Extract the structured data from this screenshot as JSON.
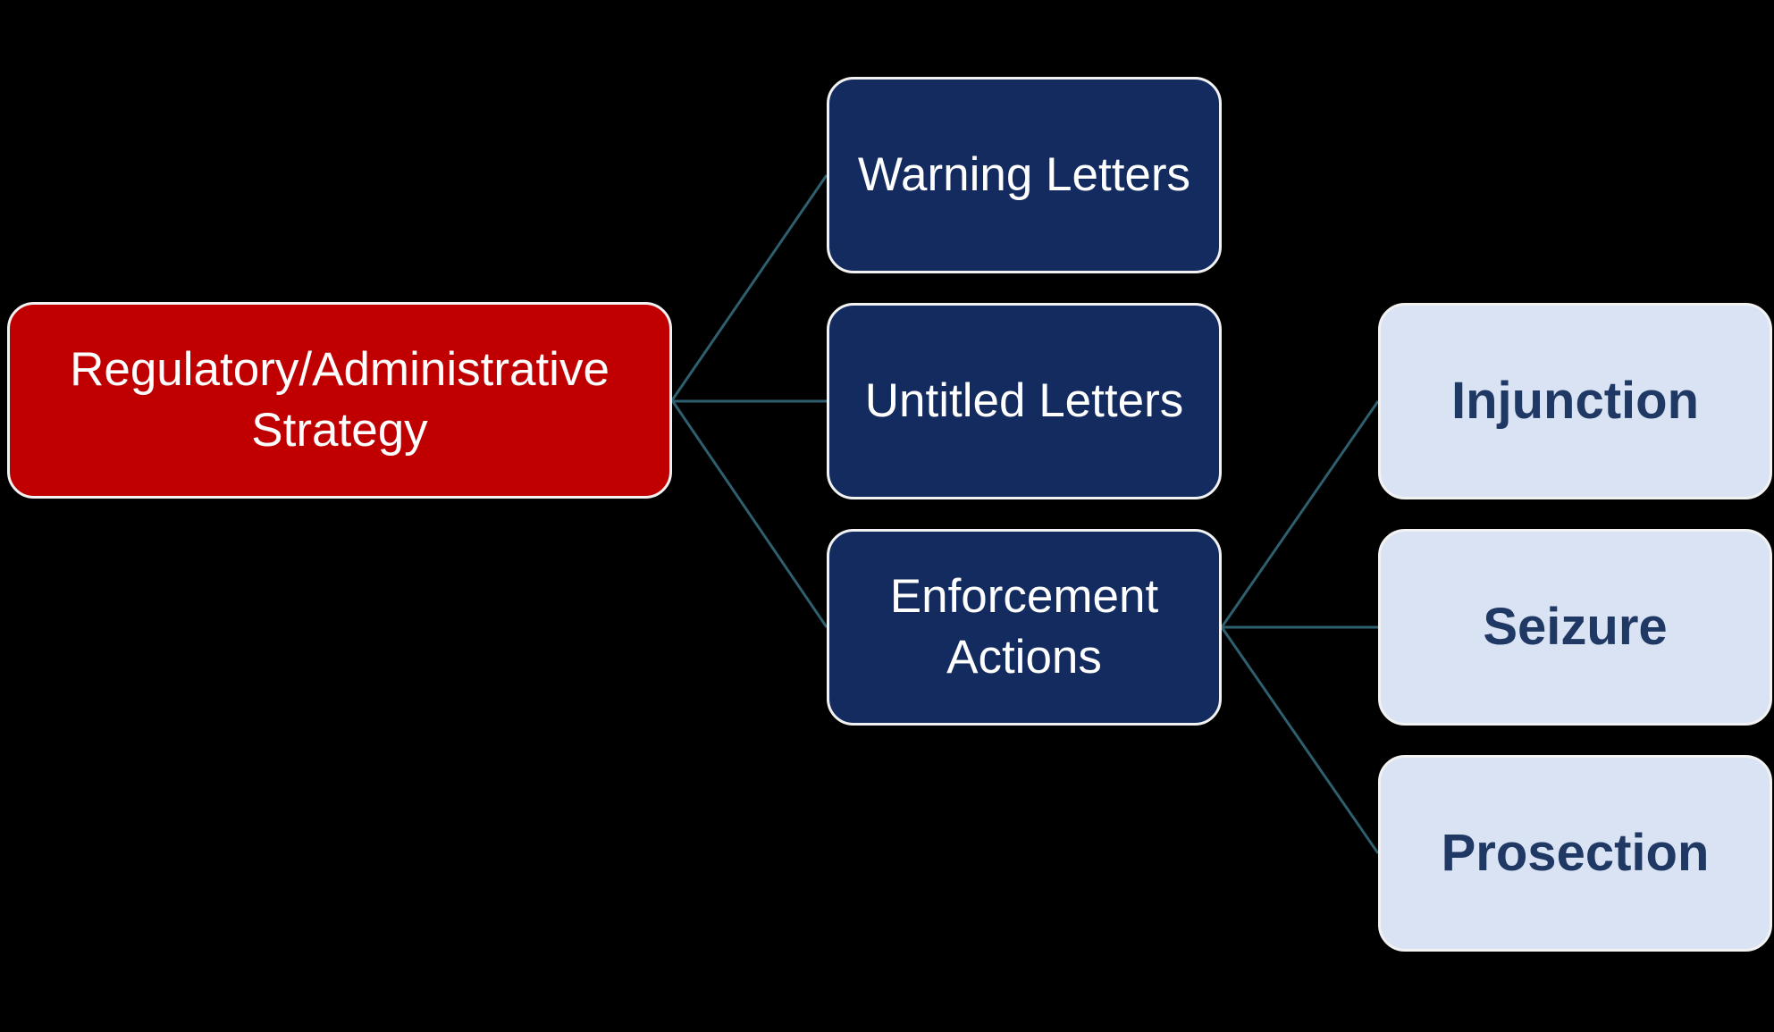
{
  "diagram": {
    "root": {
      "label": "Regulatory/Administrative Strategy"
    },
    "branches": [
      {
        "label": "Warning Letters"
      },
      {
        "label": "Untitled Letters"
      },
      {
        "label": "Enforcement Actions"
      }
    ],
    "leaves": [
      {
        "label": "Injunction"
      },
      {
        "label": "Seizure"
      },
      {
        "label": "Prosection"
      }
    ]
  },
  "colors": {
    "background": "#000000",
    "root_fill": "#C00000",
    "root_text": "#FFFFFF",
    "branch_fill": "#132B5F",
    "branch_text": "#FFFFFF",
    "leaf_fill": "#DAE3F3",
    "leaf_text": "#1F3864",
    "connector": "#2E5F6E",
    "box_border": "#F2F2F2"
  }
}
